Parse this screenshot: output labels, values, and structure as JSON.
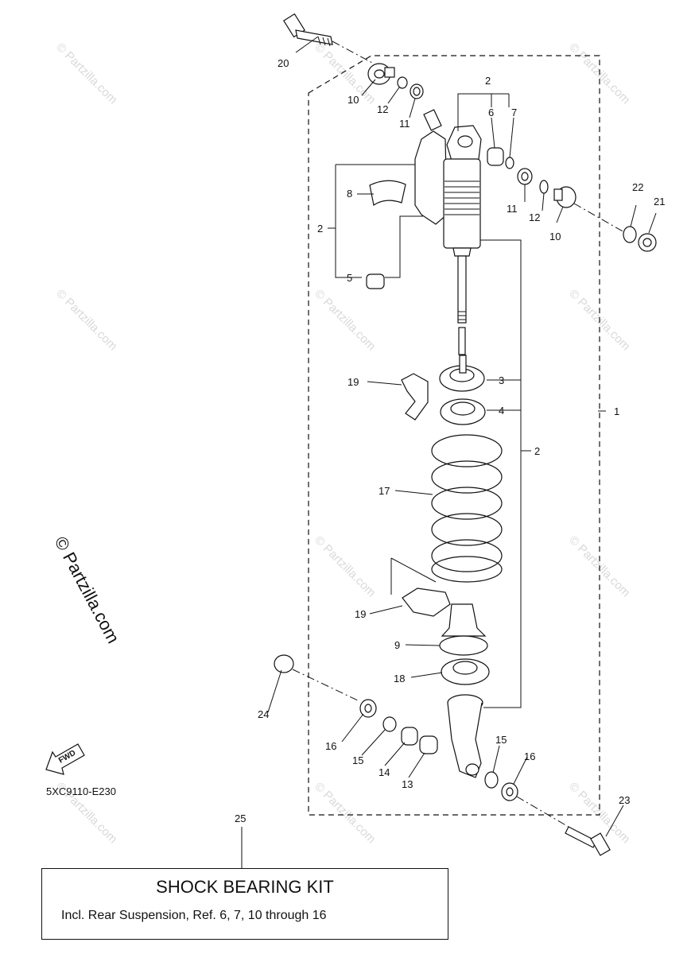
{
  "diagram": {
    "drawing_code": "5XC9110-E230",
    "fwd_label": "FWD",
    "watermark": "© Partzilla.com",
    "callouts": {
      "c1": "1",
      "c2a": "2",
      "c2b": "2",
      "c2c": "2",
      "c3": "3",
      "c4": "4",
      "c5": "5",
      "c6": "6",
      "c7": "7",
      "c8": "8",
      "c9": "9",
      "c10a": "10",
      "c10b": "10",
      "c11a": "11",
      "c11b": "11",
      "c12a": "12",
      "c12b": "12",
      "c13": "13",
      "c14": "14",
      "c15a": "15",
      "c15b": "15",
      "c16a": "16",
      "c16b": "16",
      "c17": "17",
      "c18": "18",
      "c19a": "19",
      "c19b": "19",
      "c20": "20",
      "c21": "21",
      "c22": "22",
      "c23": "23",
      "c24": "24",
      "c25": "25"
    }
  },
  "kit": {
    "title": "SHOCK BEARING KIT",
    "description": "Incl. Rear Suspension, Ref. 6, 7, 10 through 16"
  }
}
